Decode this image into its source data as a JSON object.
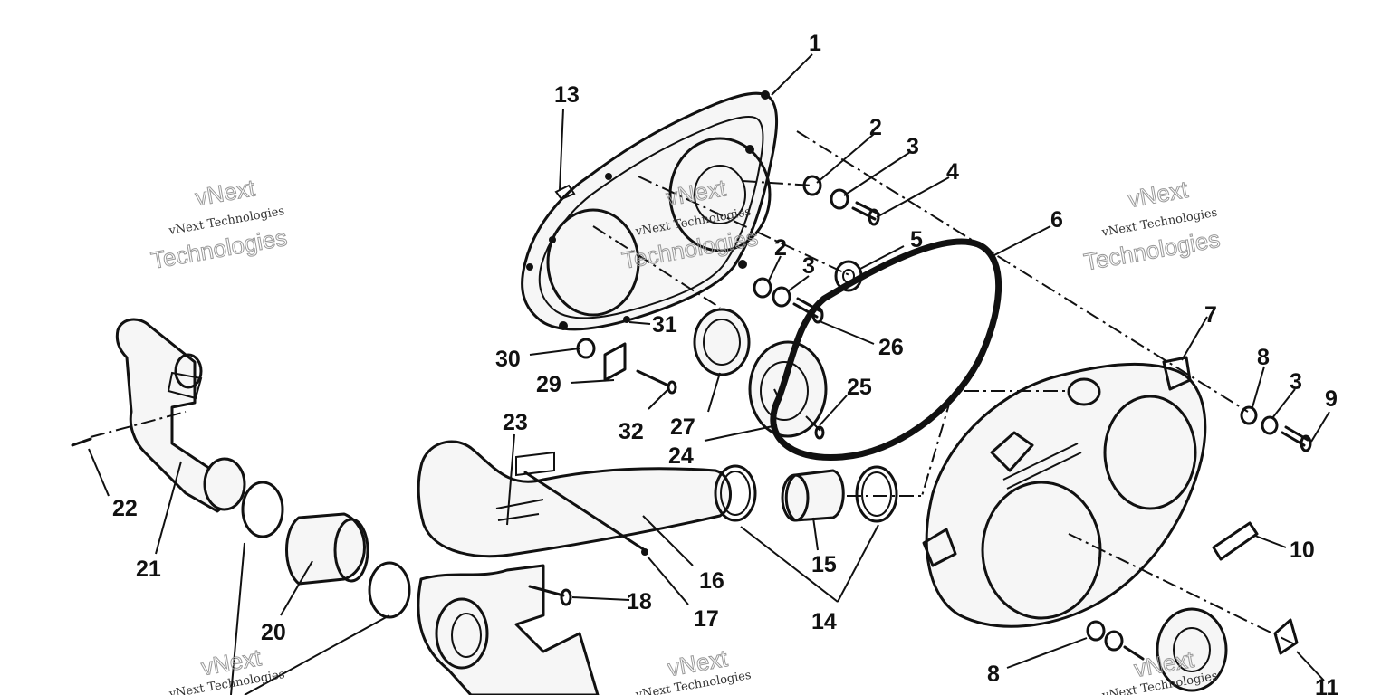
{
  "callouts": [
    "1",
    "2",
    "3",
    "4",
    "5",
    "6",
    "7",
    "8",
    "3",
    "9",
    "2",
    "3",
    "26",
    "13",
    "31",
    "30",
    "29",
    "32",
    "27",
    "24",
    "25",
    "23",
    "22",
    "21",
    "20",
    "16",
    "17",
    "18",
    "15",
    "14",
    "10",
    "8",
    "11"
  ],
  "watermark": {
    "brand": "vNext",
    "caption": "vNext Technologies",
    "outline": "Technologies"
  }
}
